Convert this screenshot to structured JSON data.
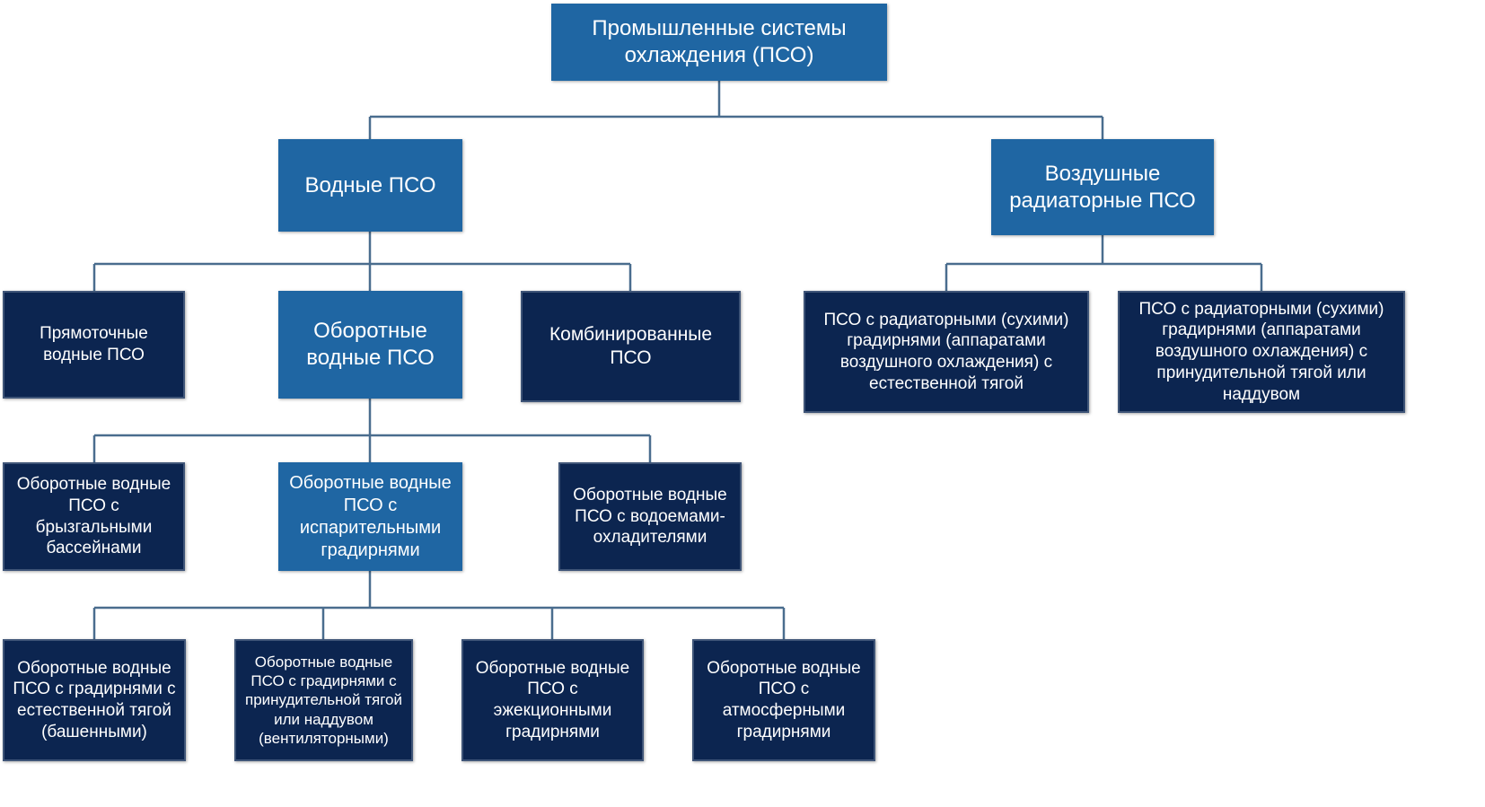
{
  "diagram": {
    "type": "hierarchy-tree",
    "colors": {
      "primary_node": "#1f66a3",
      "leaf_node": "#0c2550",
      "connector": "#4a6d8e"
    },
    "root": {
      "label": "Промышленные системы охлаждения (ПСО)"
    },
    "level1": {
      "water": {
        "label": "Водные ПСО"
      },
      "air": {
        "label": "Воздушные радиаторные ПСО"
      }
    },
    "water_children": {
      "direct": {
        "label": "Прямоточные водные ПСО"
      },
      "circulating": {
        "label": "Оборотные водные ПСО"
      },
      "combined": {
        "label": "Комбинированные ПСО"
      }
    },
    "air_children": {
      "natural": {
        "label": "ПСО с радиаторными (сухими) градирнями (аппаратами воздушного охлаждения) с естественной тягой"
      },
      "forced": {
        "label": "ПСО с радиаторными (сухими) градирнями (аппаратами воздушного охлаждения) с принудительной тягой или наддувом"
      }
    },
    "circulating_children": {
      "spray_pools": {
        "label": "Оборотные водные ПСО с брызгальными бассейнами"
      },
      "evaporative": {
        "label": "Оборотные водные ПСО с испарительными градирнями"
      },
      "ponds": {
        "label": "Оборотные водные ПСО с водоемами-охладителями"
      }
    },
    "evaporative_children": {
      "natural_draft": {
        "label": "Оборотные водные ПСО с градирнями с естественной тягой (башенными)"
      },
      "forced_draft": {
        "label": "Оборотные водные ПСО с градирнями с принудительной тягой или наддувом (вентиляторными)"
      },
      "ejection": {
        "label": "Оборотные водные ПСО с эжекционными градирнями"
      },
      "atmospheric": {
        "label": "Оборотные водные ПСО с атмосферными градирнями"
      }
    }
  }
}
